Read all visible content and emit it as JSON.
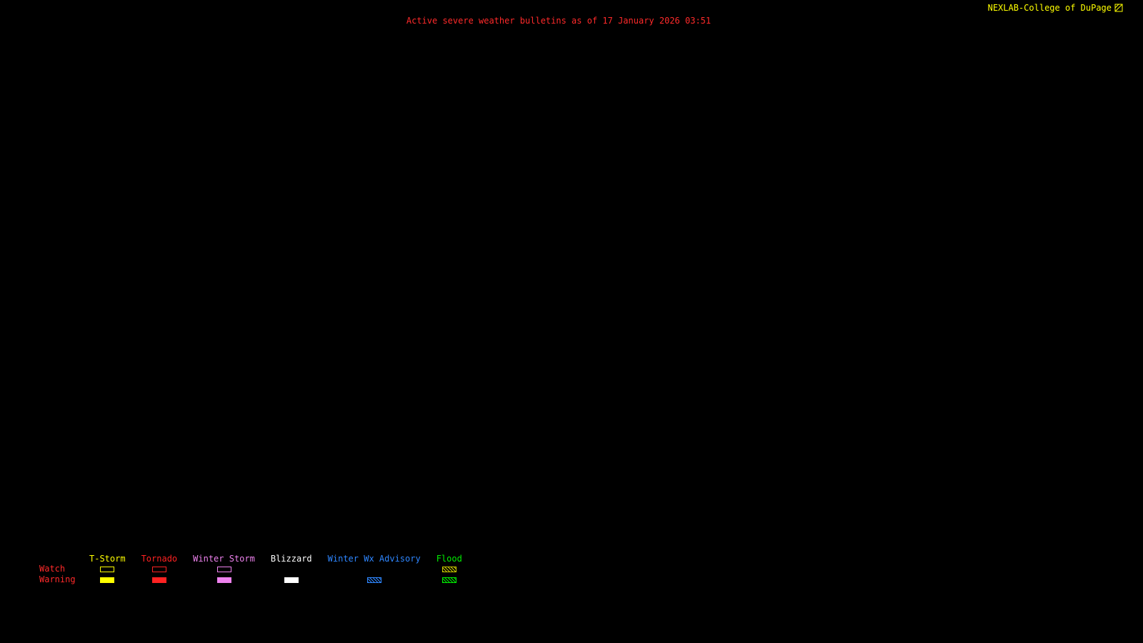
{
  "page": {
    "background": "#000000"
  },
  "header": {
    "title": "Active severe weather bulletins as of 17 January 2026 03:51",
    "title_color": "#ff2a2a",
    "brand": "NEXLAB-College of DuPage",
    "brand_color": "#ffff00",
    "brand_icon": "flag-icon"
  },
  "legend": {
    "watch_label": "Watch",
    "warning_label": "Warning",
    "label_color": "#ff2a2a",
    "columns": [
      {
        "label": "T-Storm",
        "color": "#ffff00",
        "watch": "outline",
        "warning": "solid"
      },
      {
        "label": "Tornado",
        "color": "#ff2222",
        "watch": "outline",
        "warning": "solid"
      },
      {
        "label": "Winter Storm",
        "color": "#ee82ee",
        "watch": "outline",
        "warning": "solid"
      },
      {
        "label": "Blizzard",
        "color": "#ffffff",
        "watch": "none",
        "warning": "solid"
      },
      {
        "label": "Winter Wx Advisory",
        "color": "#2e86ff",
        "watch": "none",
        "warning": "hatch"
      },
      {
        "label": "Flood",
        "color": "#00ee00",
        "watch": "hatch",
        "warning": "hatch",
        "watch_color": "#c8c800"
      }
    ]
  }
}
